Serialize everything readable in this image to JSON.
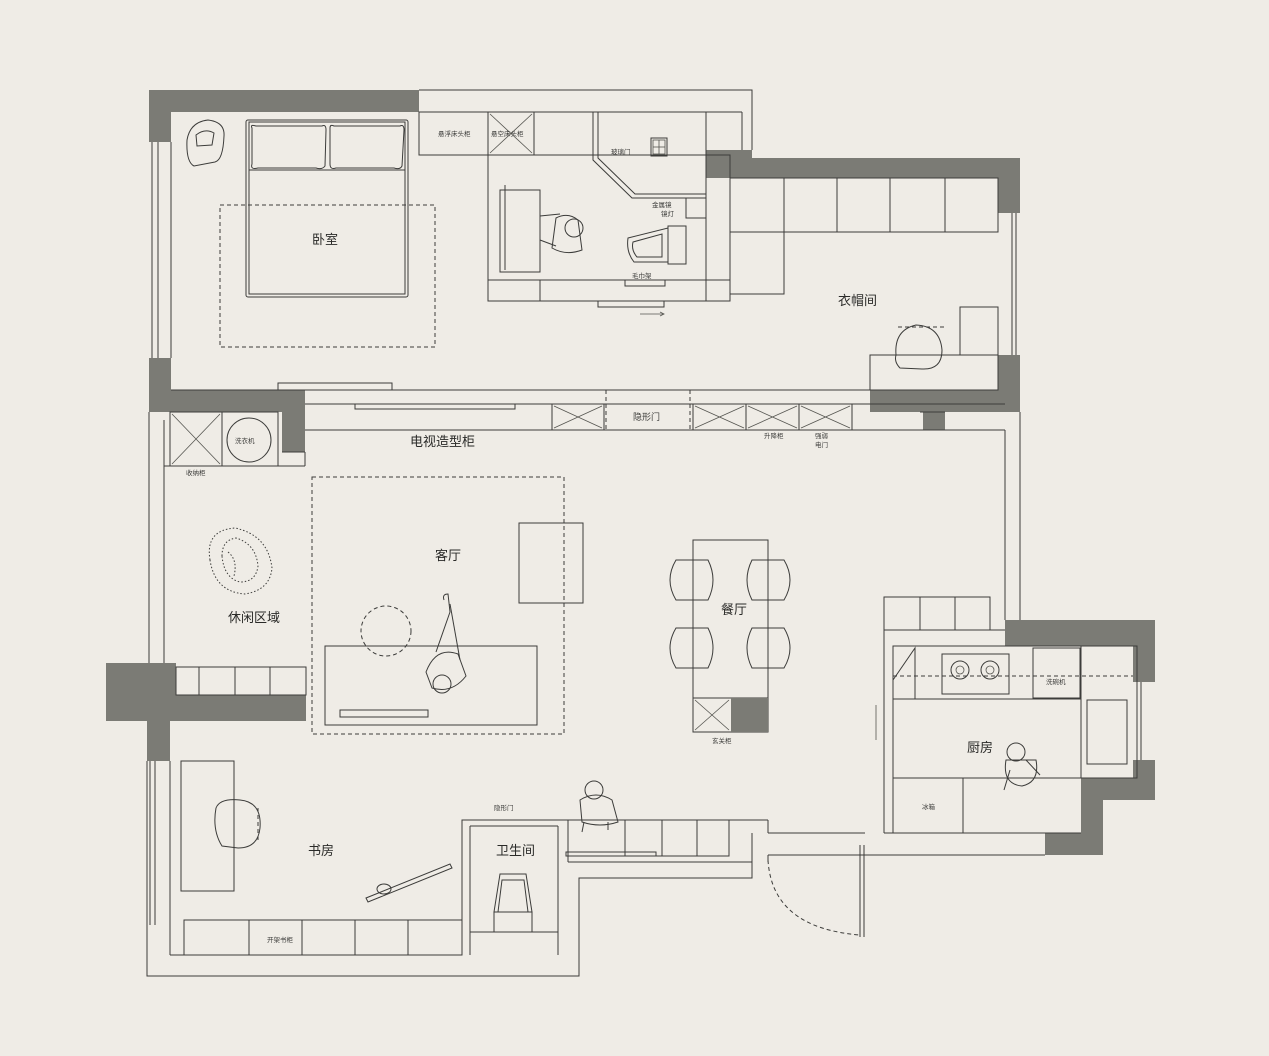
{
  "rooms": {
    "bedroom": "卧室",
    "cloakroom": "衣帽间",
    "living_room": "客厅",
    "dining_room": "餐厅",
    "leisure_area": "休闲区域",
    "kitchen": "厨房",
    "study": "书房",
    "bathroom": "卫生间"
  },
  "labels": {
    "tv_cabinet": "电视造型柜",
    "hidden_door_top": "隐形门",
    "hidden_door_bottom": "隐形门",
    "suspended_bedside": "悬浮床头柜",
    "small_top_cabinet": "悬空床头柜",
    "glass_door": "玻璃门",
    "metal_mirror": "金属镜",
    "mirror_light": "镜灯",
    "towel_rack": "毛巾架",
    "washer": "洗衣机",
    "storage_cabinet": "收纳柜",
    "shoe_cabinet": "玄关柜",
    "lift_cabinet": "升降柜",
    "meter_box_1": "强弱",
    "meter_box_2": "电门",
    "dishwasher": "洗碗机",
    "fridge": "冰箱",
    "open_bookshelf": "开架书柜"
  },
  "colors": {
    "background": "#efece6",
    "wall": "#7b7b75",
    "line": "#3c3c3a"
  }
}
